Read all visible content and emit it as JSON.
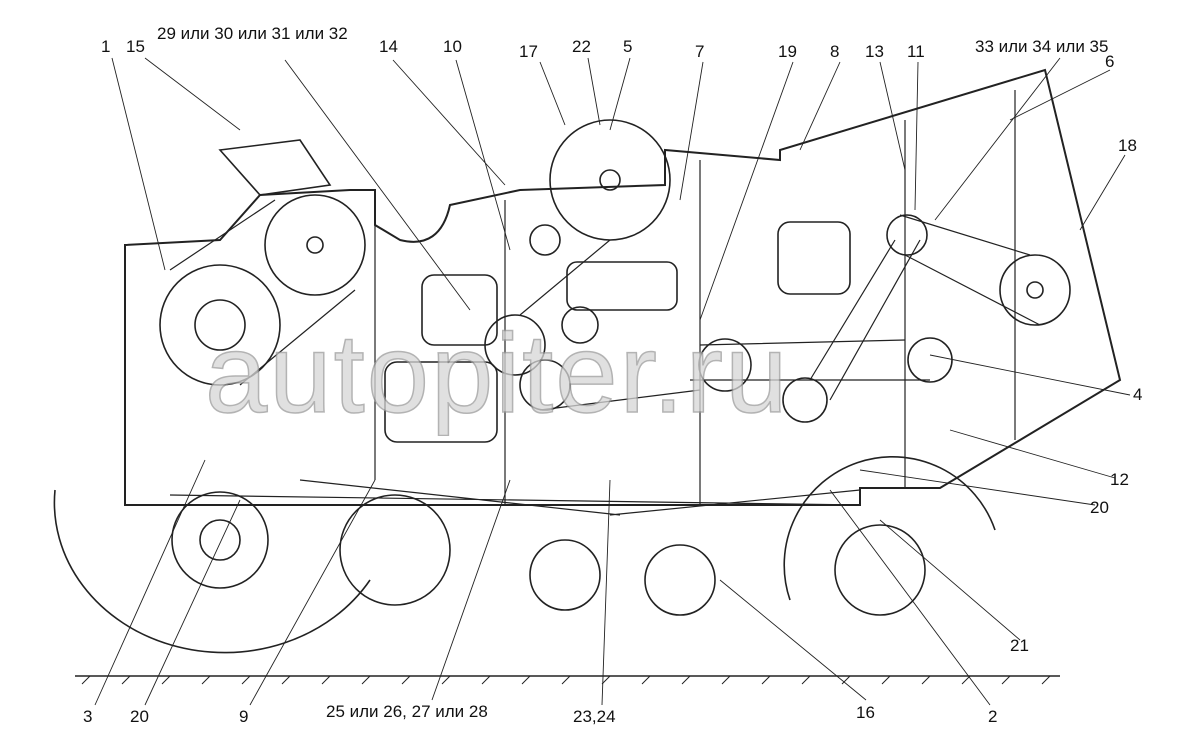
{
  "title": "Схема машины: позиции деталей",
  "watermark": "autopiter.ru",
  "labels_top": [
    "1",
    "15",
    "29 или 30 или 31 или 32",
    "14",
    "10",
    "17",
    "22",
    "5",
    "7",
    "19",
    "8",
    "13",
    "11",
    "33 или 34 или 35",
    "6"
  ],
  "labels_right": [
    "18",
    "4",
    "12",
    "20",
    "21"
  ],
  "labels_bottom": [
    "3",
    "20",
    "9",
    "25 или 26, 27 или 28",
    "23,24",
    "16",
    "2"
  ],
  "colors": {
    "line": "#222222",
    "background": "#ffffff"
  }
}
